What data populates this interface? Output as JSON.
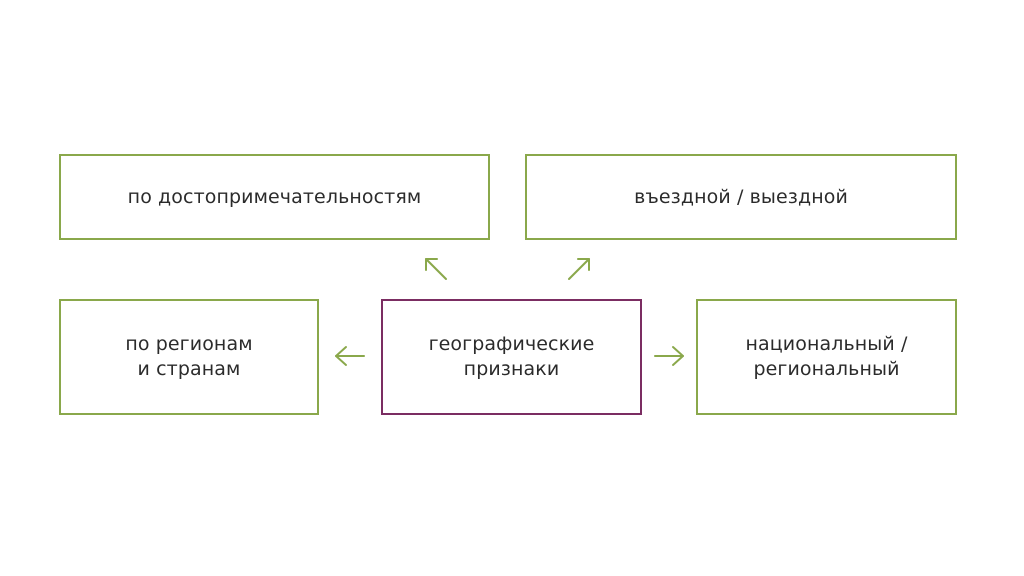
{
  "diagram": {
    "center": {
      "label": "географические\nпризнаки"
    },
    "nodes": {
      "attractions": {
        "label": "по достопримечательностям"
      },
      "direction": {
        "label": "въездной / выездной"
      },
      "regions": {
        "label": "по регионам\nи странам"
      },
      "national": {
        "label": "национальный /\nрегиональный"
      }
    }
  },
  "colors": {
    "center_border": "#7b2d62",
    "node_border": "#8aa84b",
    "arrow": "#8aa84b",
    "text": "#2b2b2b"
  }
}
